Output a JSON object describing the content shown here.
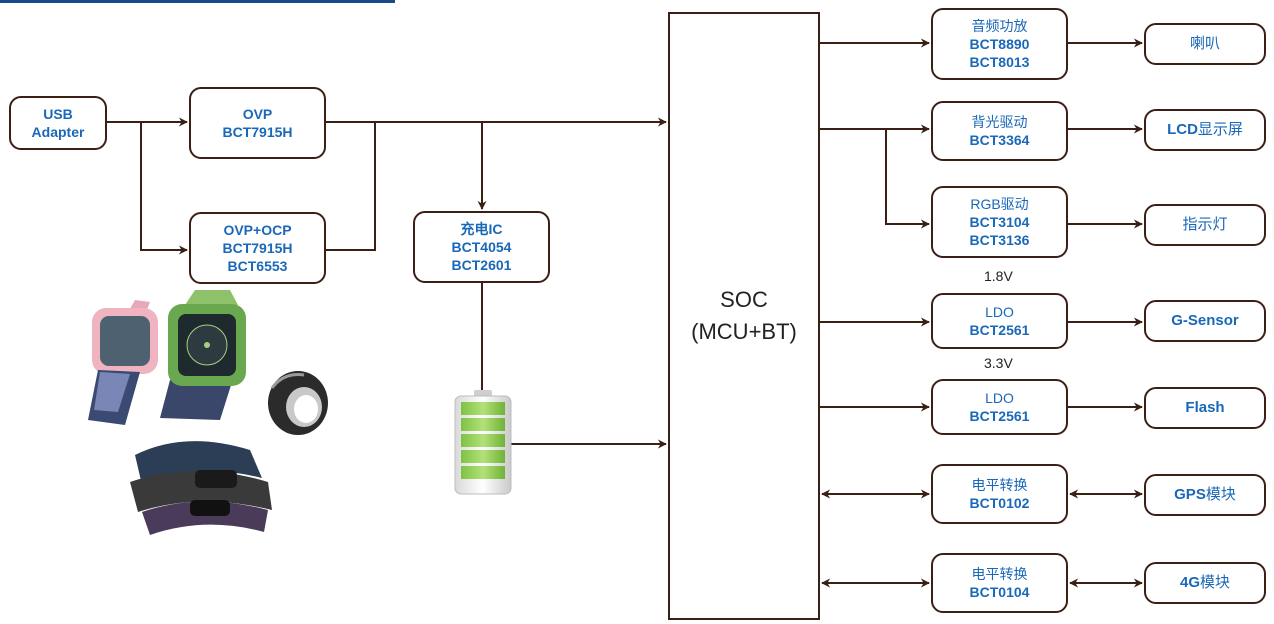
{
  "usb": {
    "line1": "USB",
    "line2": "Adapter"
  },
  "ovp": {
    "line1": "OVP",
    "line2": "BCT7915H"
  },
  "ovp_ocp": {
    "line1": "OVP+OCP",
    "line2": "BCT7915H",
    "line3": "BCT6553"
  },
  "charger": {
    "line1": "充电IC",
    "line2": "BCT4054",
    "line3": "BCT2601"
  },
  "soc": {
    "line1": "SOC",
    "line2": "(MCU+BT)"
  },
  "blocks": [
    {
      "line1": "音频功放",
      "line2": "BCT8890",
      "line3": "BCT8013",
      "output": {
        "bold": "",
        "plain": "喇叭"
      }
    },
    {
      "line1": "背光驱动",
      "line2": "BCT3364",
      "line3": "",
      "output": {
        "bold": "LCD",
        "plain": "显示屏"
      }
    },
    {
      "line1": "RGB驱动",
      "line2": "BCT3104",
      "line3": "BCT3136",
      "output": {
        "bold": "",
        "plain": "指示灯"
      }
    },
    {
      "line1": "LDO",
      "line2": "BCT2561",
      "line3": "",
      "voltage": "1.8V",
      "output": {
        "bold": "G-Sensor",
        "plain": ""
      }
    },
    {
      "line1": "LDO",
      "line2": "BCT2561",
      "line3": "",
      "voltage": "3.3V",
      "output": {
        "bold": "Flash",
        "plain": ""
      }
    },
    {
      "line1": "电平转换",
      "line2": "BCT0102",
      "line3": "",
      "output": {
        "bold": "GPS",
        "plain": "模块"
      }
    },
    {
      "line1": "电平转换",
      "line2": "BCT0104",
      "line3": "",
      "output": {
        "bold": "4G",
        "plain": "模块"
      }
    }
  ],
  "colors": {
    "line": "#3a1f14",
    "text": "#1a68b8",
    "battery": "#8cc63f"
  },
  "images": [
    "battery-icon",
    "wearable-devices-photo"
  ]
}
